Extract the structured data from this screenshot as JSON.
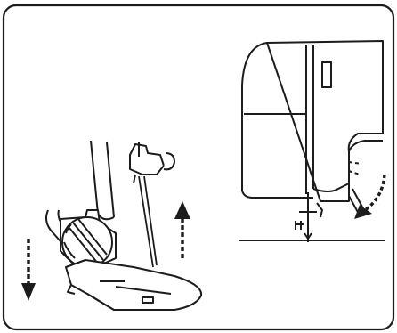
{
  "figure": {
    "kind": "line-art instruction illustration",
    "panels": [
      "presser-foot-and-needle-closeup",
      "machine-head-side-view"
    ],
    "colors": {
      "ink": "#1c1c1c",
      "background": "#ffffff",
      "frame_fill": "#ffffff"
    },
    "icons": [
      "arrow-down-icon",
      "arrow-up-icon",
      "curved-arrow-icon"
    ]
  }
}
